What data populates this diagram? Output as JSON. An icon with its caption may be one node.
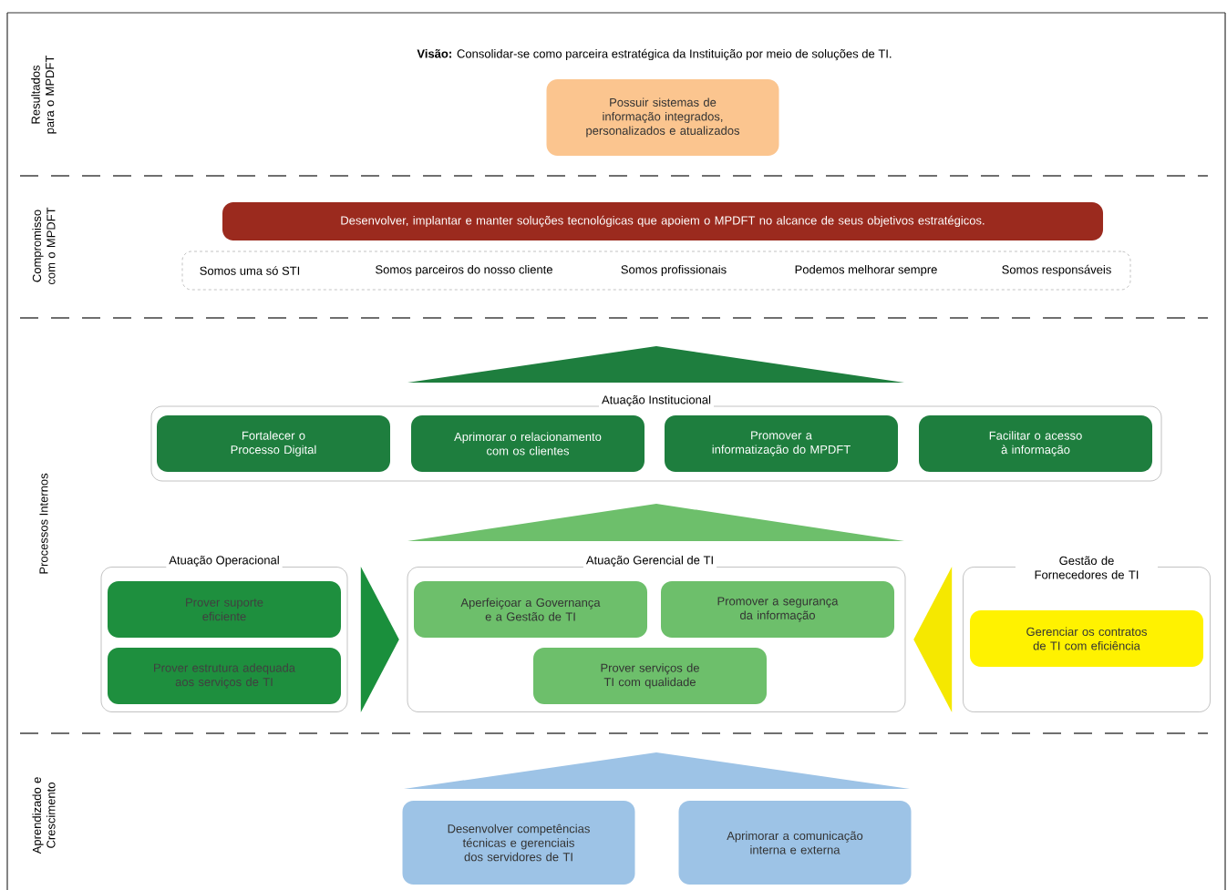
{
  "diagram": {
    "nodes": [
      {
        "text": [
          "Possuir sistemas de informação integrados, personalizados e atualizados"
        ]
      },
      {
        "text": [
          "Desenvolver, implantar e manter soluções tecnológicas que apoiem o MPDFT no alcance de seus objetivos estratégicos."
        ]
      },
      {
        "text": [
          "Somos uma só STI",
          "Somos parceiros do nosso cliente",
          "Somos profissionais",
          "Podemos melhorar sempre",
          "Somos responsáveis"
        ]
      },
      {
        "text": [
          "Atuação Institucional"
        ]
      },
      {
        "text": [
          "Fortalecer o Processo Digital"
        ],
        "in": 3
      },
      {
        "text": [
          "Aprimorar o relacionamento com os clientes"
        ],
        "in": 3
      },
      {
        "text": [
          "Promover a informatização do MPDFT"
        ],
        "in": 3
      },
      {
        "text": [
          "Facilitar o acesso à informação"
        ],
        "in": 3
      },
      {
        "text": [
          "Atuação Operacional"
        ]
      },
      {
        "text": [
          "Prover suporte eficiente"
        ],
        "in": 8
      },
      {
        "text": [
          "Prover estrutura adequada aos serviços de TI"
        ],
        "in": 8
      },
      {
        "text": [
          "Atuação Gerencial de TI"
        ]
      },
      {
        "text": [
          "Aperfeiçoar a Governança e a Gestão de TI"
        ],
        "in": 11
      },
      {
        "text": [
          "Promover a segurança da informação"
        ],
        "in": 11
      },
      {
        "text": [
          "Prover serviços de TI com qualidade"
        ],
        "in": 11
      },
      {
        "text": [
          "Gestão de Fornecedores de TI"
        ]
      },
      {
        "text": [
          "Gerenciar os contratos de TI com eficiência"
        ],
        "in": 15
      },
      {
        "text": [
          "Desenvolver competências técnicas e gerenciais dos servidores de TI"
        ]
      },
      {
        "text": [
          "Aprimorar a comunicação interna e externa"
        ]
      },
      {
        "text": [],
        "shape": "triangle"
      },
      {
        "text": [],
        "shape": "triangle"
      },
      {
        "text": [],
        "shape": "triangle"
      }
    ],
    "edges": [
      {
        "from": 8,
        "to": 11,
        "arrow": "to",
        "color": "#1a8f3c"
      },
      {
        "from": 15,
        "to": 11,
        "arrow": "to",
        "color": "#f5e800"
      }
    ],
    "labels": [
      "Resultados para o MPDFT",
      "**Visão:** Consolidar-se como parceira estratégica da Instituição por meio de soluções de TI.",
      "Compromisso com o MPDFT",
      "Processos Internos",
      "Aprendizado e Crescimento"
    ]
  }
}
